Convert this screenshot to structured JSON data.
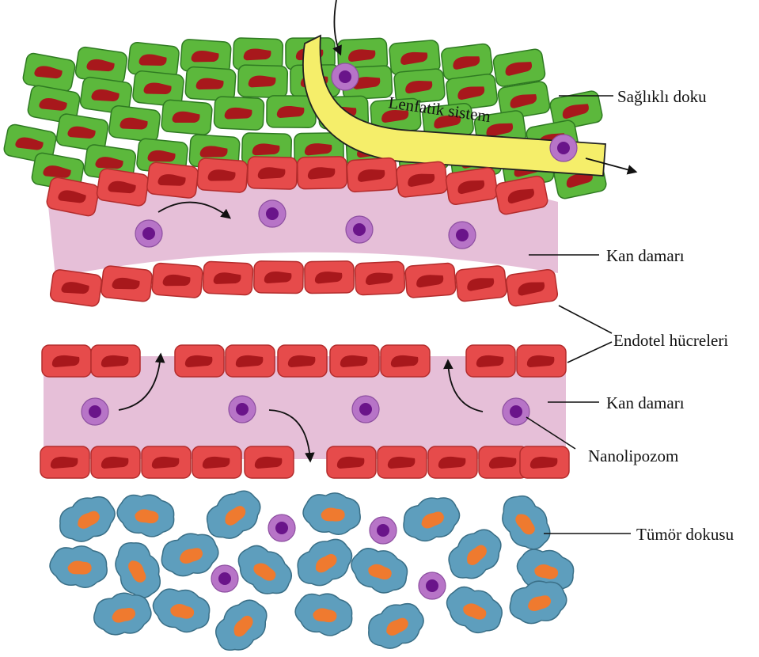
{
  "labels": {
    "healthy_tissue": "Sağlıklı doku",
    "lymphatic_system": "Lenfatik sistem",
    "blood_vessel_top": "Kan damarı",
    "endothelial_cells": "Endotel hücreleri",
    "blood_vessel_bottom": "Kan damarı",
    "nanoliposome": "Nanolipozom",
    "tumor_tissue": "Tümör dokusu"
  },
  "colors": {
    "healthy_cell": "#5cb83c",
    "endothelial_cell": "#e64b4b",
    "nucleus": "#a8181c",
    "vessel_lumen": "#e6bfd8",
    "lymph_vessel": "#f5ee6a",
    "tumor_cell": "#5e9ebd",
    "tumor_nucleus": "#ef7a2f",
    "liposome_outer": "#b774c7",
    "liposome_inner": "#6a148a"
  }
}
